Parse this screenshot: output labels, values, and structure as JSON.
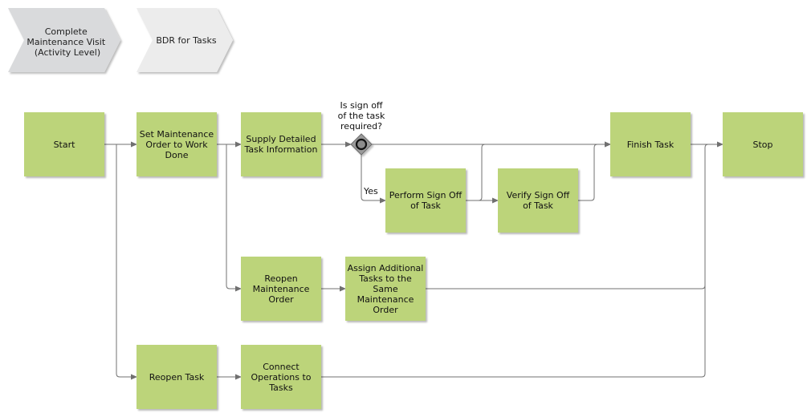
{
  "header": {
    "chevron_1": "Complete\nMaintenance Visit\n(Activity Level)",
    "chevron_2": "BDR for Tasks"
  },
  "process": {
    "start": "Start",
    "set_order": "Set Maintenance\nOrder to Work\nDone",
    "supply_info": "Supply Detailed\nTask Information",
    "decision_question": "Is sign off\nof the task\nrequired?",
    "yes_label": "Yes",
    "finish_task": "Finish Task",
    "stop": "Stop",
    "perform_sign_off": "Perform Sign Off\nof Task",
    "verify_sign_off": "Verify Sign Off\nof Task",
    "reopen_order": "Reopen\nMaintenance\nOrder",
    "assign_tasks": "Assign Additional\nTasks to the\nSame\nMaintenance\nOrder",
    "reopen_task": "Reopen Task",
    "connect_ops": "Connect\nOperations to\nTasks"
  },
  "colors": {
    "activity_fill": "#bcd47a",
    "chevron_1_fill": "#d9dadc",
    "chevron_2_fill": "#ececec",
    "connector": "#707070",
    "gateway_fill": "#9a9a9a"
  }
}
